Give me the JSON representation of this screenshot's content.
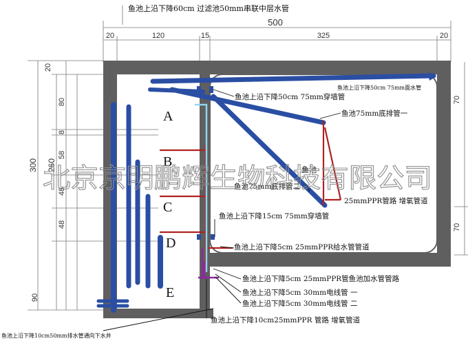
{
  "top_note": "鱼池上沿下降60cm 过滤池50mm串联中层水管",
  "dimensions": {
    "top_total": "500",
    "top_segments": [
      "20",
      "120",
      "15",
      "325",
      "20"
    ],
    "left_outer": "300",
    "left_inner": "260",
    "left_segments": [
      "20",
      "80",
      "8",
      "58",
      "48",
      "48",
      "90"
    ],
    "right_segments": [
      "70",
      "70"
    ]
  },
  "sections": [
    "A",
    "B",
    "C",
    "D",
    "E"
  ],
  "center_label": "鱼池",
  "watermark": "北京京明鹏辉生物科技有限公司",
  "labels": {
    "mid_pipe": "鱼池上沿下降50cm 75mm面水管",
    "wall_pipe_a": "鱼池上沿下降50cm 75mm穿墙管",
    "bottom_drain_1": "鱼池75mm底排管一",
    "bottom_drain_2": "鱼池75mm底排管二",
    "ppr_aeration": "25mmPPR管路 增氧管道",
    "wall_pipe_d": "鱼池上沿下降15cm 75mm穿墙管",
    "ppr_supply": "鱼池上沿下降5cm 25mmPPR给水管管道",
    "ppr_refill": "鱼池上沿下降5cm 25mmPPR管鱼池加水管管路",
    "conduit_1": "鱼池上沿下降5cm 30mm电线管 一",
    "conduit_2": "鱼池上沿下降5cm 30mm电线管 二",
    "ppr_aeration_low": "鱼池上沿下降10cm25mmPPR 管路 增氧管道",
    "drain_well": "鱼池上沿下降10cm50mm排水管通向下水井"
  },
  "colors": {
    "wall": "#5f5f5f",
    "pipe_blue": "#2a4ea3",
    "pipe_red": "#b02020",
    "pipe_purple": "#8a2a9a",
    "pipe_cyan": "#8fd6ee"
  }
}
